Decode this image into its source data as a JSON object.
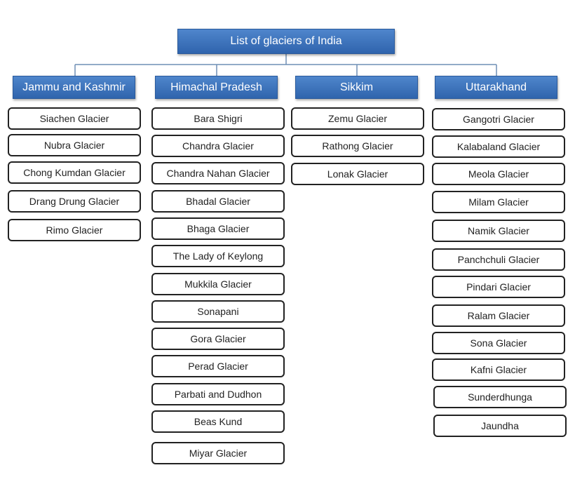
{
  "root": {
    "label": "List of glaciers of India"
  },
  "states": [
    {
      "name": "Jammu and Kashmir",
      "glaciers": [
        "Siachen Glacier",
        "Nubra Glacier",
        "Chong Kumdan Glacier",
        "Drang Drung Glacier",
        "Rimo Glacier"
      ]
    },
    {
      "name": "Himachal Pradesh",
      "glaciers": [
        "Bara Shigri",
        "Chandra Glacier",
        "Chandra Nahan Glacier",
        "Bhadal Glacier",
        "Bhaga Glacier",
        "The Lady of Keylong",
        "Mukkila Glacier",
        "Sonapani",
        "Gora Glacier",
        "Perad Glacier",
        "Parbati and Dudhon",
        "Beas Kund",
        "Miyar Glacier"
      ]
    },
    {
      "name": "Sikkim",
      "glaciers": [
        "Zemu Glacier",
        "Rathong Glacier",
        "Lonak Glacier"
      ]
    },
    {
      "name": "Uttarakhand",
      "glaciers": [
        "Gangotri Glacier",
        "Kalabaland Glacier",
        "Meola Glacier",
        "Milam Glacier",
        "Namik Glacier",
        "Panchchuli Glacier",
        "Pindari Glacier",
        "Ralam Glacier",
        "Sona Glacier",
        "Kafni Glacier",
        "Sunderdhunga",
        "Jaundha"
      ]
    }
  ]
}
